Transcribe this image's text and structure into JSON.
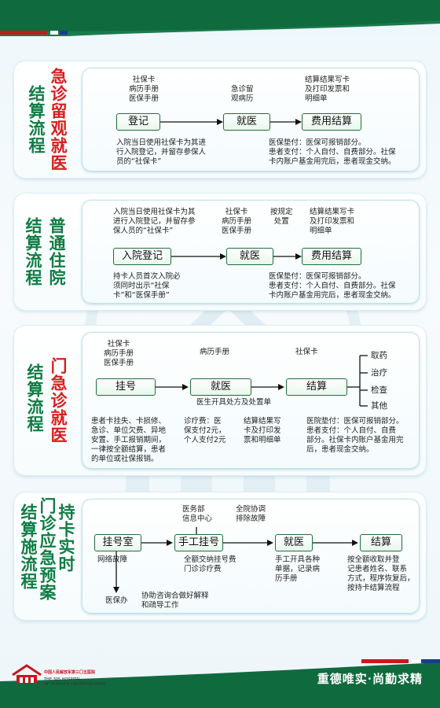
{
  "motto": "重德唯实·尚勤求精",
  "logo": {
    "line1": "中国人民解放军第三〇五医院",
    "line2": "THE 305 HOSPITAL",
    "line3": "OF PEOPLE'S LIBERATION ARMY"
  },
  "colors": {
    "title_red": "#d81e1e",
    "title_green": "#0f7d44",
    "box_border": "#1d6f3c",
    "band_green": "#0f6b3e"
  },
  "s1": {
    "title_red": "急诊留观就医",
    "title_green": "结算流程",
    "top_note1": "社保卡\n病历手册\n医保手册",
    "top_note2": "急诊留\n观病历",
    "top_note3": "结算结果写卡\n及打印发票和\n明细单",
    "box1": "登记",
    "box2": "就医",
    "box3": "费用结算",
    "bottom_left": "入院当日使用社保卡为其进\n行入院登记，并留存参保人\n员的“社保卡”",
    "bottom_right": "医保垫付：医保可报销部分。\n患者支付：个人自付、自费部分。社保\n卡内账户基金用完后，患者现金交纳。"
  },
  "s2": {
    "title_green_a": "结算流程",
    "title_green_b": "普通住院",
    "top_left": "入院当日使用社保卡为其\n进行入院登记，并留存参\n保人员的“社保卡”",
    "top_note1": "社保卡\n病历手册\n医保手册",
    "top_note2": "按规定\n处置",
    "top_note3": "结算结果写卡\n及打印发票和\n明细单",
    "box1": "入院登记",
    "box2": "就医",
    "box3": "费用结算",
    "bottom_left": "持卡人员首次入院必\n须同时出示“社保\n卡”和“医保手册”",
    "bottom_right": "医保垫付：医保可报销部分。\n患者支付：个人自付、自费部分。社保\n卡内账户基金用完后，患者现金交纳。"
  },
  "s3": {
    "title_green": "结算流程",
    "title_red": "门急诊就医",
    "top_note1": "社保卡\n病历手册\n医保手册",
    "top_note2": "病历手册",
    "top_note3": "社保卡",
    "box1": "挂号",
    "box2": "就医",
    "box3": "结算",
    "mid_note": "医生开具处方及处置单",
    "outcomes": [
      "取药",
      "治疗",
      "检查",
      "其他"
    ],
    "bottom1": "患者卡挂失、卡损修、\n急诊、单位欠费、异地\n安置、手工报销期间，\n一律按全额结算，患者\n的单位或社保报销。",
    "bottom2": "诊疗费：医\n保支付2元，\n个人支付2元",
    "bottom3": "结算结果写\n卡及打印发\n票和明细单",
    "bottom4": "医院垫付：医保可报销部分。\n患者支付：个人自付、自费\n部分。社保卡内账户基金用完\n后，患者现金交纳。"
  },
  "s4": {
    "title_col1": "结算施流程",
    "title_col2": "门诊应急预案",
    "title_col3": "持卡实时",
    "top_note1": "医务部\n信息中心",
    "top_note2": "全院协调\n排除故障",
    "box1": "挂号室",
    "box2": "手工挂号",
    "box3": "就医",
    "box4": "结算",
    "note_fault": "网络故障",
    "note_fee": "全额交纳挂号费\n门诊诊疗费",
    "note_doctor": "手工开具各种\n单据，记录病\n历手册",
    "note_settle": "按全额收取并登\n记患者姓名、联系\n方式，程序恢复后，\n按持卡结算流程",
    "note_office": "医保办",
    "note_help": "协助咨询合做好解释\n和疏导工作"
  }
}
